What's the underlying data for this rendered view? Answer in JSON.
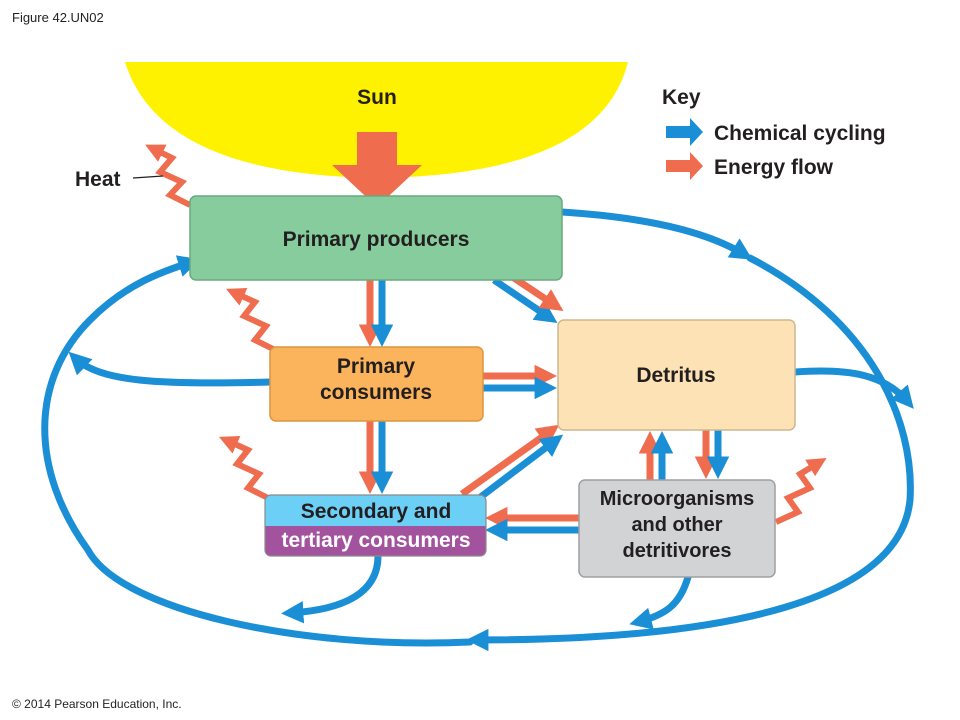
{
  "figure_label": "Figure 42.UN02",
  "copyright": "© 2014 Pearson Education, Inc.",
  "colors": {
    "sun": "#fff200",
    "energy_arrow": "#ef6c4f",
    "cycling_arrow": "#1b8fd6",
    "primary_producers": "#86cc9d",
    "primary_consumers": "#fbb45c",
    "detritus": "#fde2b5",
    "secondary_top": "#6ccff6",
    "tertiary_bottom": "#a3539e",
    "microorganisms": "#d1d3d4"
  },
  "labels": {
    "sun": "Sun",
    "heat": "Heat",
    "primary_producers": "Primary producers",
    "primary_consumers_line1": "Primary",
    "primary_consumers_line2": "consumers",
    "detritus": "Detritus",
    "secondary_line1": "Secondary and",
    "secondary_line2": "tertiary consumers",
    "micro_line1": "Microorganisms",
    "micro_line2": "and other",
    "micro_line3": "detritivores"
  },
  "key": {
    "title": "Key",
    "items": [
      {
        "label": "Chemical cycling",
        "icon": "blue-arrow-icon"
      },
      {
        "label": "Energy flow",
        "icon": "orange-arrow-icon"
      }
    ]
  }
}
